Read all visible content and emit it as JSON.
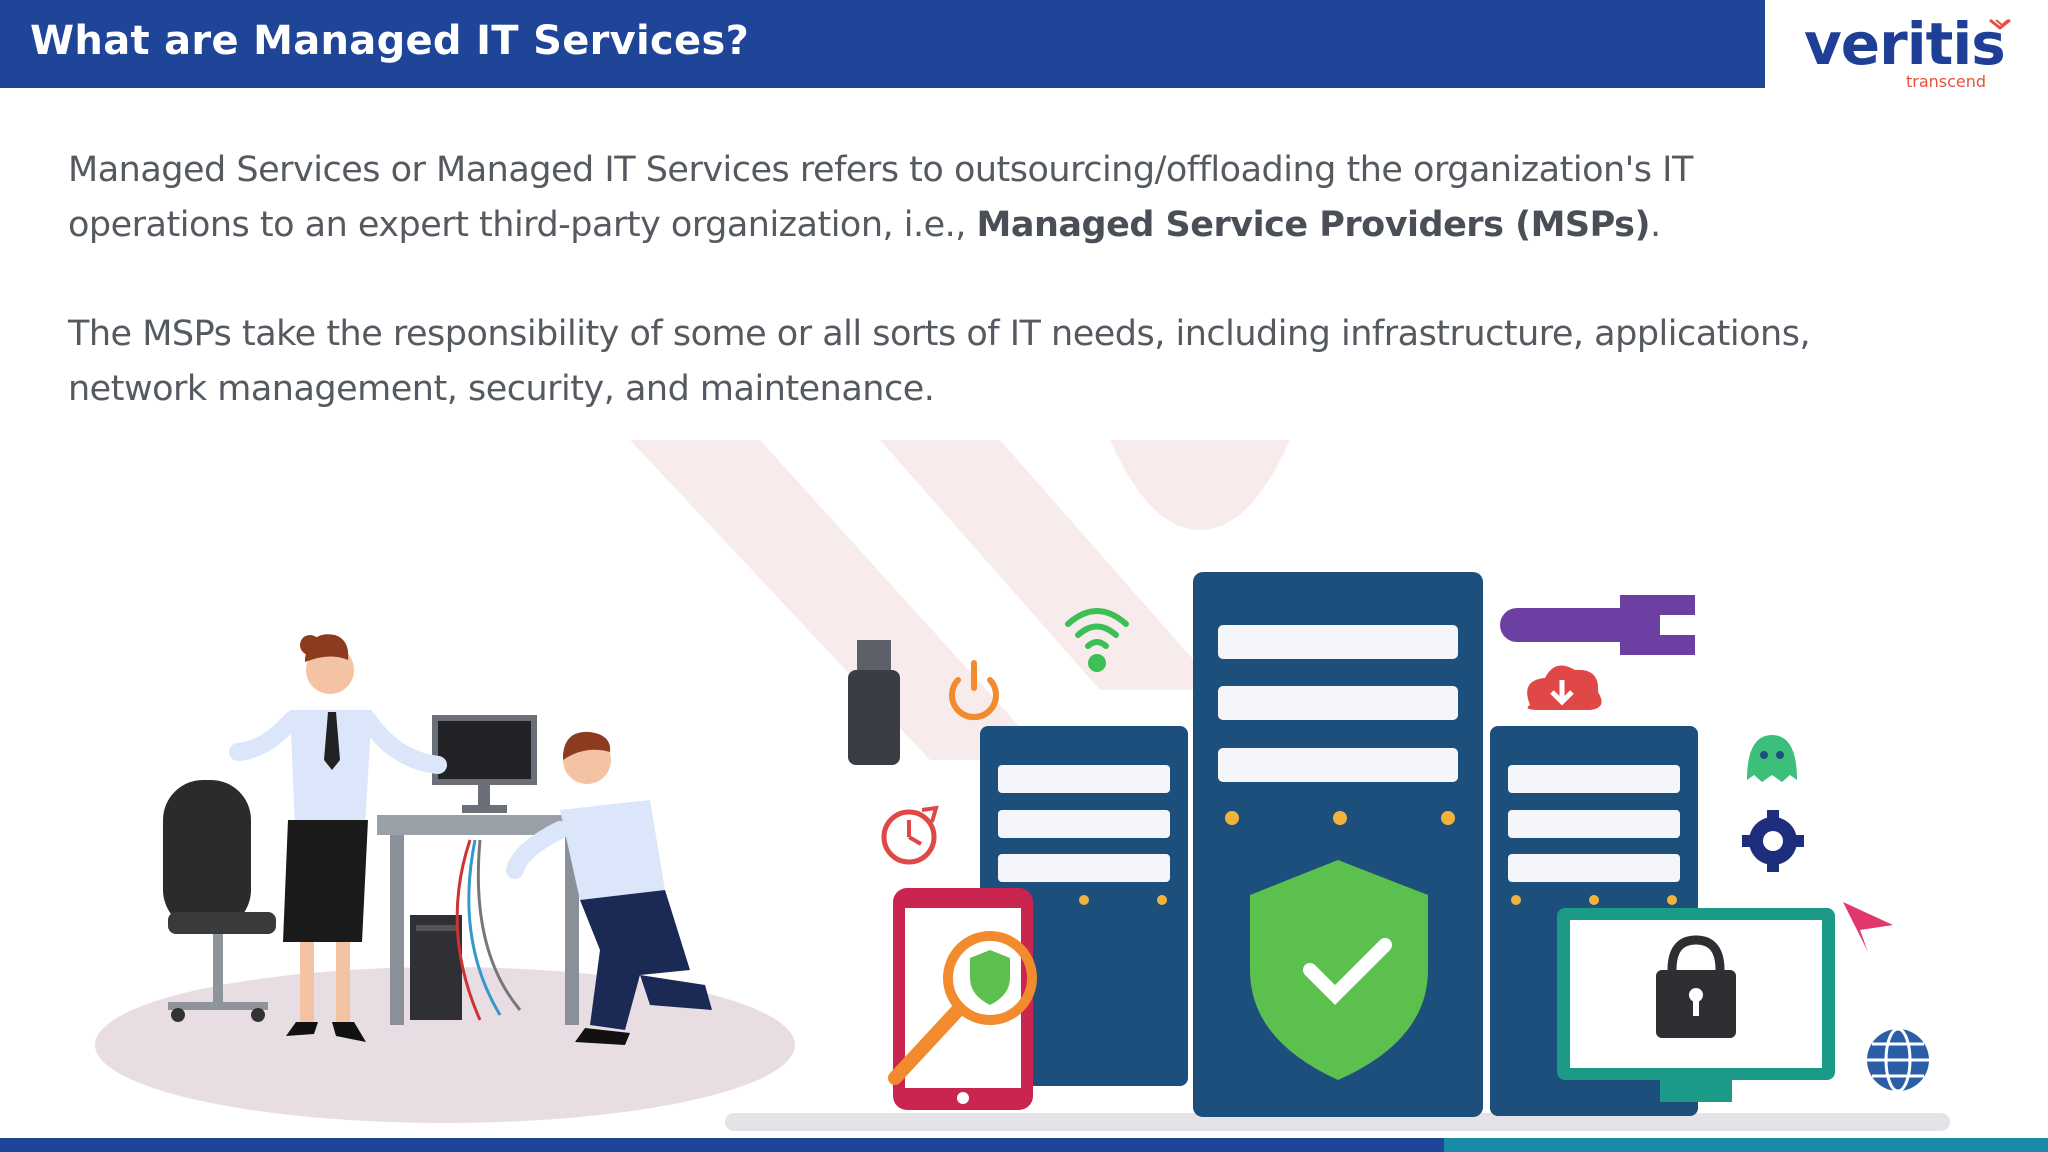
{
  "slide": {
    "title": "What are Managed IT Services?",
    "logo": {
      "word": "veritis",
      "tagline": "transcend"
    },
    "paragraph1": {
      "text_before": "Managed Services or Managed IT Services refers to outsourcing/offloading the organization's IT operations to an expert third-party organization, i.e., ",
      "bold": "Managed Service Providers (MSPs)",
      "text_after": "."
    },
    "paragraph2": "The MSPs take the responsibility of some or all sorts of IT needs, including infrastructure, applications, network management, security, and maintenance.",
    "colors": {
      "header": "#1f4599",
      "body_text": "#555a61",
      "logo_blue": "#1f3f97",
      "logo_accent": "#e8503a",
      "footer_left": "#1f4599",
      "footer_right": "#1b8aa8",
      "server": "#1d4f7c",
      "shield": "#5cc04f"
    },
    "illustration_icons": [
      "usb-drive-icon",
      "power-icon",
      "wifi-icon",
      "wrench-icon",
      "cloud-download-icon",
      "ghost-icon",
      "gear-icon",
      "timer-icon",
      "paper-plane-icon",
      "globe-icon",
      "padlock-icon",
      "shield-check-icon",
      "magnifier-icon"
    ]
  }
}
